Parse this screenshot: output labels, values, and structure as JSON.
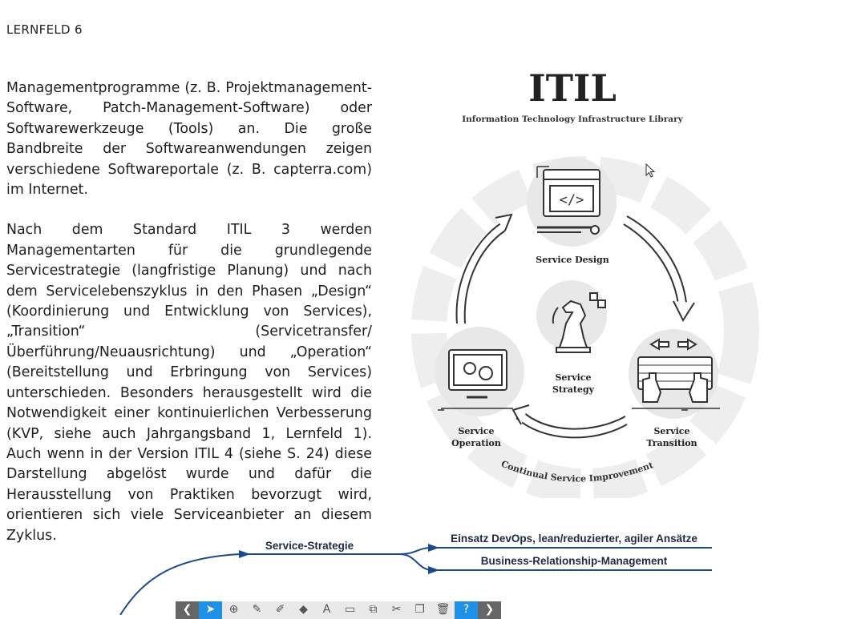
{
  "header": {
    "label": "LERNFELD 6"
  },
  "body_text": {
    "paragraph_1": "Managementprogramme (z. B. Projektmanagement-Software, Patch-Management-Software) oder Softwarewerkzeuge (Tools) an. Die große Bandbreite der Softwareanwendungen zeigen verschiedene Softwareportale (z. B. capterra.com) im Internet.",
    "paragraph_2": "Nach dem Standard ITIL 3 werden Managementarten für die grundlegende Servicestrategie (langfristige Planung) und nach dem Servicelebenszyklus in den Phasen „Design“ (Koordinierung und Entwicklung von Services), „Transition“ (Servicetransfer/Überführung/Neuausrichtung) und „Operation“ (Bereitstellung und Erbringung von Services) unterschieden. Besonders herausgestellt wird die Notwendigkeit einer kontinuierlichen Verbesserung (KVP, siehe auch Jahrgangsband 1, Lernfeld 1). Auch wenn in der Version ITIL 4 (siehe S. 24) diese Darstellung abgelöst wurde und dafür die Herausstellung von Praktiken bevorzugt wird, orientieren sich viele Serviceanbieter an diesem Zyklus."
  },
  "itil_figure": {
    "title": "ITIL",
    "subtitle": "Information Technology Infrastructure Library",
    "service_design": "Service Design",
    "service_strategy_line1": "Service",
    "service_strategy_line2": "Strategy",
    "service_operation_line1": "Service",
    "service_operation_line2": "Operation",
    "service_transition_line1": "Service",
    "service_transition_line2": "Transition",
    "csi": "Continual Service Improvement"
  },
  "lower_diagram": {
    "service_strategie": "Service-Strategie",
    "branch_1": "Einsatz DevOps, lean/reduzierter, agiler Ansätze",
    "branch_2": "Business-Relationship-Management",
    "line_color": "#1a4a8c"
  },
  "toolbar": {
    "items": [
      {
        "name": "prev-icon",
        "glyph": "❮"
      },
      {
        "name": "pointer-icon",
        "glyph": "➤"
      },
      {
        "name": "zoom-icon",
        "glyph": "⊕"
      },
      {
        "name": "pen-icon",
        "glyph": "✎"
      },
      {
        "name": "highlighter-icon",
        "glyph": "✐"
      },
      {
        "name": "eraser-icon",
        "glyph": "◆"
      },
      {
        "name": "text-box-icon",
        "glyph": "A"
      },
      {
        "name": "screen-icon",
        "glyph": "▭"
      },
      {
        "name": "edit-frame-icon",
        "glyph": "⧉"
      },
      {
        "name": "scissors-icon",
        "glyph": "✂"
      },
      {
        "name": "copy-icon",
        "glyph": "❐"
      },
      {
        "name": "trash-icon",
        "glyph": "🗑"
      },
      {
        "name": "help-icon",
        "glyph": "?"
      },
      {
        "name": "next-icon",
        "glyph": "❯"
      }
    ]
  }
}
